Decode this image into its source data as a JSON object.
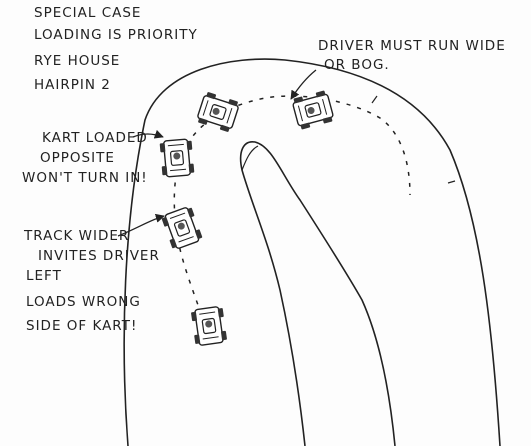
{
  "notes": {
    "header": {
      "line1": "SPECIAL CASE",
      "line2": "LOADING IS PRIORITY",
      "line3": "RYE HOUSE",
      "line4": "HAIRPIN 2"
    },
    "driver_wide": {
      "line1": "DRIVER MUST RUN WIDE",
      "line2": "OR BOG."
    },
    "kart_loaded": {
      "line1": "KART LOADED",
      "line2": "OPPOSITE",
      "line3": "WON'T TURN IN!"
    },
    "track_wider": {
      "line1": "TRACK WIDER",
      "line2": "INVITES DRIVER",
      "line3": "LEFT"
    },
    "loads_wrong": {
      "line1": "LOADS WRONG",
      "line2": "SIDE OF KART!"
    }
  },
  "colors": {
    "ink": "#222222",
    "paper": "#fdfdfd",
    "kart_fill": "#ffffff"
  },
  "icons": [
    "kart-icon",
    "arrow-icon"
  ]
}
